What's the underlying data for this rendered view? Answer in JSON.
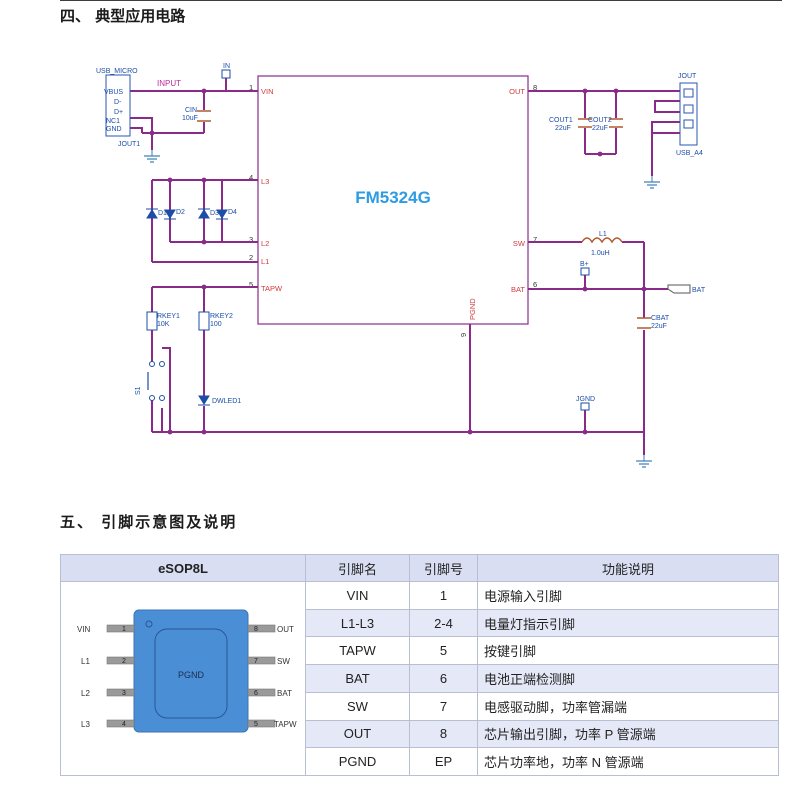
{
  "section4": {
    "title": "四、   典型应用电路"
  },
  "section5": {
    "title": "五、  引脚示意图及说明"
  },
  "schematic": {
    "chip_name": "FM5324G",
    "chip_pins": [
      {
        "num": "1",
        "name": "VIN"
      },
      {
        "num": "4",
        "name": "L3"
      },
      {
        "num": "3",
        "name": "L2"
      },
      {
        "num": "2",
        "name": "L1"
      },
      {
        "num": "5",
        "name": "TAPW"
      },
      {
        "num": "8",
        "name": "OUT"
      },
      {
        "num": "7",
        "name": "SW"
      },
      {
        "num": "6",
        "name": "BAT"
      },
      {
        "num": "9",
        "name": "PGND"
      }
    ],
    "usb_micro": {
      "label": "USB_MICRO",
      "pins": [
        "VBUS",
        "D-",
        "D+",
        "NC1",
        "GND"
      ],
      "ref": "JOUT1"
    },
    "input_label": "INPUT",
    "in_label": "IN",
    "cin": {
      "ref": "CIN",
      "value": "10uF"
    },
    "diodes": [
      "D1",
      "D2",
      "D3",
      "D4"
    ],
    "rkey1": {
      "ref": "RKEY1",
      "value": "10K"
    },
    "rkey2": {
      "ref": "RKEY2",
      "value": "100"
    },
    "switch": "S1",
    "dwled": "DWLED1",
    "cout1": {
      "ref": "COUT1",
      "value": "22uF"
    },
    "cout2": {
      "ref": "COUT2",
      "value": "22uF"
    },
    "usb_a": {
      "ref": "JOUT",
      "label": "USB_A4"
    },
    "l1": {
      "ref": "L1",
      "value": "1.0uH"
    },
    "bplus": "B+",
    "bat_label": "BAT",
    "cbat": {
      "ref": "CBAT",
      "value": "22uF"
    },
    "jgnd": "JGND"
  },
  "package": {
    "header": "eSOP8L",
    "center": "PGND",
    "left_pins": [
      {
        "name": "VIN",
        "num": "1"
      },
      {
        "name": "L1",
        "num": "2"
      },
      {
        "name": "L2",
        "num": "3"
      },
      {
        "name": "L3",
        "num": "4"
      }
    ],
    "right_pins": [
      {
        "name": "OUT",
        "num": "8"
      },
      {
        "name": "SW",
        "num": "7"
      },
      {
        "name": "BAT",
        "num": "6"
      },
      {
        "name": "TAPW",
        "num": "5"
      }
    ]
  },
  "table": {
    "headers": [
      "引脚名",
      "引脚号",
      "功能说明"
    ],
    "rows": [
      [
        "VIN",
        "1",
        "电源输入引脚"
      ],
      [
        "L1-L3",
        "2-4",
        "电量灯指示引脚"
      ],
      [
        "TAPW",
        "5",
        "按键引脚"
      ],
      [
        "BAT",
        "6",
        "电池正端检测脚"
      ],
      [
        "SW",
        "7",
        "电感驱动脚，功率管漏端"
      ],
      [
        "OUT",
        "8",
        "芯片输出引脚，功率 P 管源端"
      ],
      [
        "PGND",
        "EP",
        "芯片功率地，功率 N 管源端"
      ]
    ]
  }
}
